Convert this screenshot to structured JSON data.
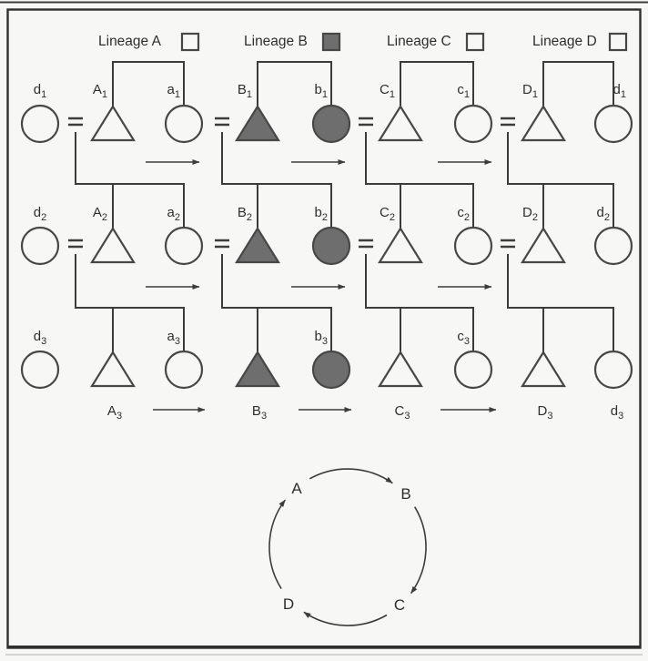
{
  "legend": {
    "items": [
      {
        "label": "Lineage A",
        "swatch": "open"
      },
      {
        "label": "Lineage B",
        "swatch": "filled"
      },
      {
        "label": "Lineage C",
        "swatch": "open"
      },
      {
        "label": "Lineage D",
        "swatch": "open"
      }
    ]
  },
  "colors": {
    "filled_shape": "#6e6e6e",
    "shape_outline": "#474747",
    "line": "#3c3c3c",
    "text": "#2e2e2e",
    "background": "#f7f7f5",
    "border": "#2f2f2f"
  },
  "labels": {
    "d1l": {
      "b": "d",
      "s": "1"
    },
    "A1": {
      "b": "A",
      "s": "1"
    },
    "a1": {
      "b": "a",
      "s": "1"
    },
    "B1": {
      "b": "B",
      "s": "1"
    },
    "b1": {
      "b": "b",
      "s": "1"
    },
    "C1": {
      "b": "C",
      "s": "1"
    },
    "c1": {
      "b": "c",
      "s": "1"
    },
    "D1": {
      "b": "D",
      "s": "1"
    },
    "d1r": {
      "b": "d",
      "s": "1"
    },
    "d2l": {
      "b": "d",
      "s": "2"
    },
    "A2": {
      "b": "A",
      "s": "2"
    },
    "a2": {
      "b": "a",
      "s": "2"
    },
    "B2": {
      "b": "B",
      "s": "2"
    },
    "b2": {
      "b": "b",
      "s": "2"
    },
    "C2": {
      "b": "C",
      "s": "2"
    },
    "c2": {
      "b": "c",
      "s": "2"
    },
    "D2": {
      "b": "D",
      "s": "2"
    },
    "d2r": {
      "b": "d",
      "s": "2"
    },
    "d3l": {
      "b": "d",
      "s": "3"
    },
    "a3": {
      "b": "a",
      "s": "3"
    },
    "b3": {
      "b": "b",
      "s": "3"
    },
    "c3": {
      "b": "c",
      "s": "3"
    },
    "A3": {
      "b": "A",
      "s": "3"
    },
    "B3": {
      "b": "B",
      "s": "3"
    },
    "C3": {
      "b": "C",
      "s": "3"
    },
    "D3": {
      "b": "D",
      "s": "3"
    },
    "d3r": {
      "b": "d",
      "s": "3"
    }
  },
  "cycle": {
    "nodes": {
      "A": "A",
      "B": "B",
      "C": "C",
      "D": "D"
    },
    "direction": "A to B to C to D to A"
  }
}
